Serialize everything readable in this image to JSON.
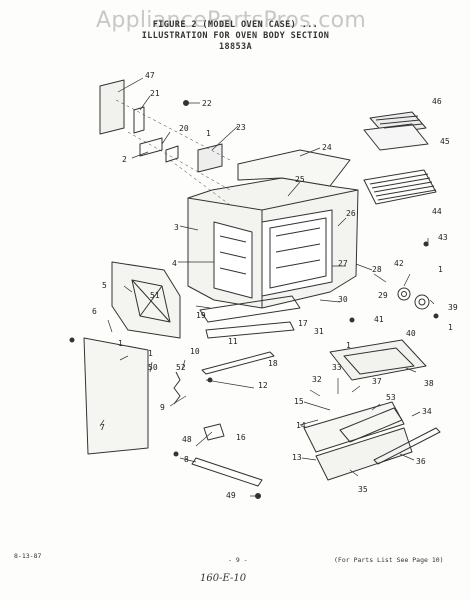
{
  "watermark": "AppliancePartsPros.com",
  "header": {
    "line1": "FIGURE 2 (MODEL OVEN CASE) ...",
    "line2": "ILLUSTRATION FOR OVEN BODY SECTION",
    "code": "18853A"
  },
  "footer": {
    "date": "8-13-87",
    "page_number": "- 9 -",
    "parts_note": "(For Parts List See Page 10)",
    "handwritten": "160-E-10"
  },
  "part_callouts": [
    "1",
    "1",
    "1",
    "1",
    "1",
    "1",
    "2",
    "3",
    "4",
    "5",
    "6",
    "7",
    "8",
    "9",
    "10",
    "11",
    "12",
    "13",
    "14",
    "15",
    "16",
    "17",
    "18",
    "19",
    "20",
    "21",
    "22",
    "23",
    "24",
    "25",
    "26",
    "27",
    "28",
    "29",
    "30",
    "31",
    "32",
    "33",
    "34",
    "35",
    "36",
    "37",
    "38",
    "39",
    "40",
    "41",
    "42",
    "43",
    "44",
    "45",
    "46",
    "47",
    "48",
    "49",
    "50",
    "51",
    "52",
    "53"
  ]
}
